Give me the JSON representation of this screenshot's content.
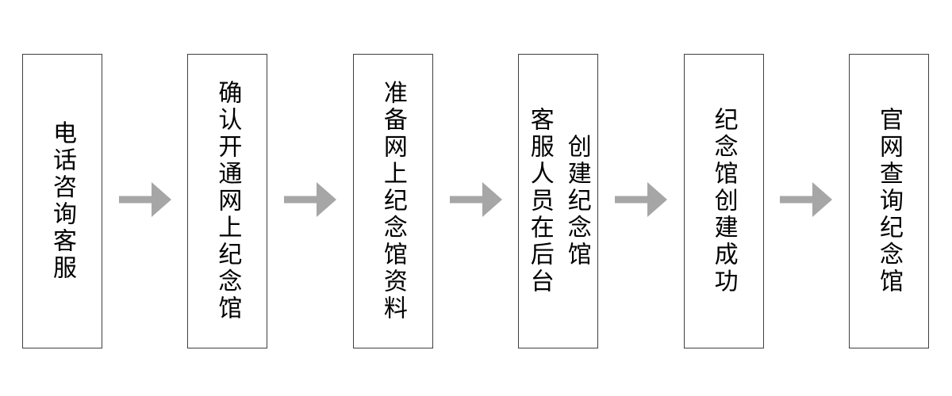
{
  "flowchart": {
    "steps": [
      {
        "label": "电话咨询客服"
      },
      {
        "label": "确认开通网上纪念馆"
      },
      {
        "label": "准备网上纪念馆资料"
      },
      {
        "label": "客服人员在后台\n创建纪念馆"
      },
      {
        "label": "纪念馆创建成功"
      },
      {
        "label": "官网查询纪念馆"
      }
    ],
    "connector": {
      "type": "right-block-arrow",
      "count": 5,
      "color": "#a6a6a6"
    },
    "colors": {
      "background": "#ffffff",
      "box_border": "#404040",
      "box_fill": "#ffffff",
      "text": "#000000"
    }
  }
}
